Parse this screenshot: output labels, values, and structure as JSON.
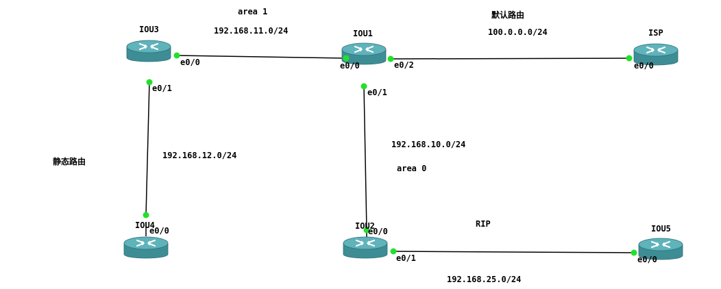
{
  "colors": {
    "link": "#000000",
    "port_dot": "#22e02a",
    "router_top": "#5fb3bb",
    "router_side": "#3e8d95"
  },
  "routers": {
    "iou3": {
      "name": "IOU3",
      "icon": "router-icon"
    },
    "iou1": {
      "name": "IOU1",
      "icon": "router-icon"
    },
    "isp": {
      "name": "ISP",
      "icon": "router-icon"
    },
    "iou4": {
      "name": "IOU4",
      "icon": "router-icon"
    },
    "iou2": {
      "name": "IOU2",
      "icon": "router-icon"
    },
    "iou5": {
      "name": "IOU5",
      "icon": "router-icon"
    }
  },
  "ports": {
    "iou3_e0_0": "e0/0",
    "iou3_e0_1": "e0/1",
    "iou1_e0_0": "e0/0",
    "iou1_e0_2": "e0/2",
    "iou1_e0_1": "e0/1",
    "isp_e0_0": "e0/0",
    "iou4_e0_0": "e0/0",
    "iou2_e0_0": "e0/0",
    "iou2_e0_1": "e0/1",
    "iou5_e0_0": "e0/0"
  },
  "annotations": {
    "area1": "area 1",
    "net_11": "192.168.11.0/24",
    "default_route": "默认路由",
    "net_isp": "100.0.0.0/24",
    "static_route": "静态路由",
    "net_12": "192.168.12.0/24",
    "net_10": "192.168.10.0/24",
    "area0": "area 0",
    "rip": "RIP",
    "net_25": "192.168.25.0/24"
  }
}
